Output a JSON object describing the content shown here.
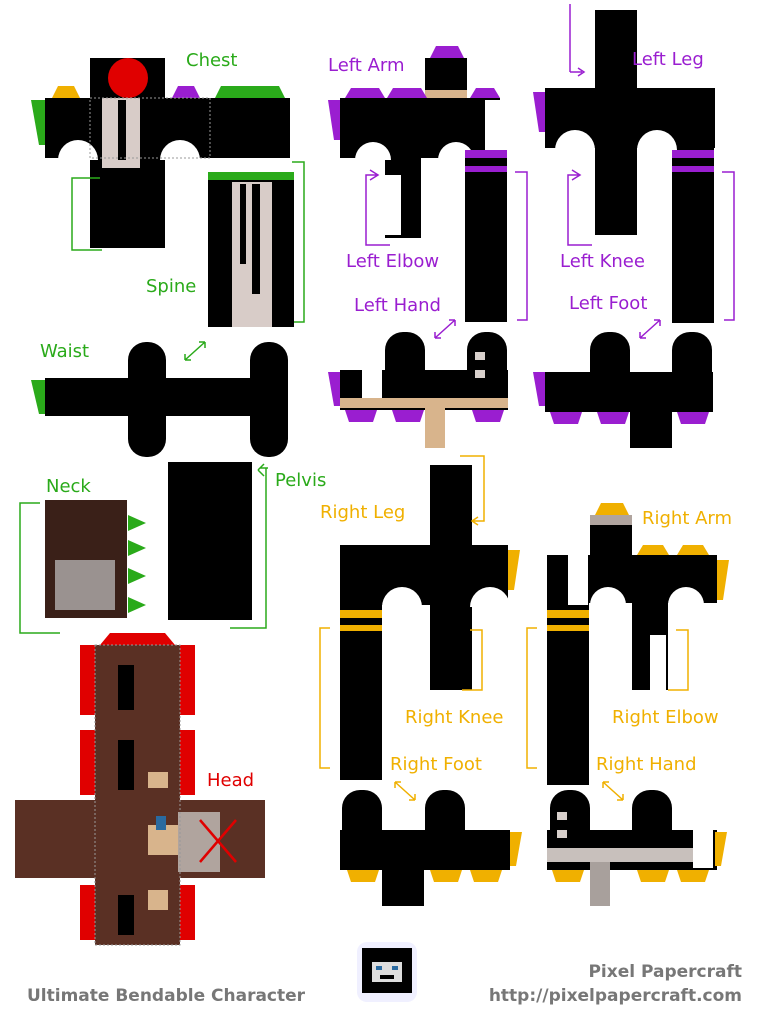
{
  "colors": {
    "black": "#000000",
    "green": "#2aaa1a",
    "purple": "#9a1ed0",
    "yellow": "#f0b000",
    "red": "#e00000",
    "skin": "#d8b48c",
    "hair": "#4a2a20",
    "gray": "#c8c0bc",
    "footer": "#777777"
  },
  "labels": {
    "chest": "Chest",
    "spine": "Spine",
    "waist": "Waist",
    "neck": "Neck",
    "pelvis": "Pelvis",
    "head": "Head",
    "left_arm": "Left Arm",
    "left_leg": "Left Leg",
    "left_elbow": "Left Elbow",
    "left_knee": "Left Knee",
    "left_hand": "Left Hand",
    "left_foot": "Left Foot",
    "right_leg": "Right Leg",
    "right_arm": "Right Arm",
    "right_knee": "Right Knee",
    "right_elbow": "Right Elbow",
    "right_foot": "Right Foot",
    "right_hand": "Right Hand"
  },
  "footer": {
    "title": "Ultimate Bendable Character",
    "brand": "Pixel Papercraft",
    "url": "http://pixelpapercraft.com"
  }
}
